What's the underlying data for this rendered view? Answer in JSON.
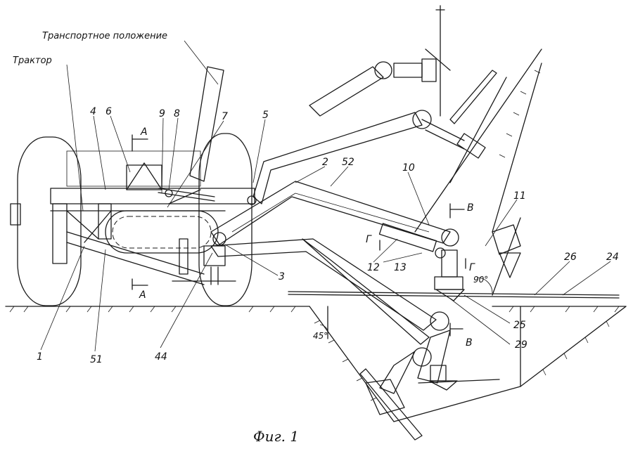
{
  "caption": "Фиг. 1",
  "labels": {
    "tractor": "Трактор",
    "transport_position": "Транспортное положение",
    "n1": "1",
    "n2": "2",
    "n3": "3",
    "n4": "4",
    "n5": "5",
    "n6": "6",
    "n7": "7",
    "n8": "8",
    "n9": "9",
    "n10": "10",
    "n11": "11",
    "n12": "12",
    "n13": "13",
    "n24": "24",
    "n25": "25",
    "n26": "26",
    "n29": "29",
    "n44": "44",
    "n51": "51",
    "n52": "52",
    "sec_A_top": "А",
    "sec_A_bottom": "А",
    "sec_V_top": "В",
    "sec_V_bottom": "В",
    "sec_G_left": "Г",
    "sec_G_right": "Г",
    "angle_45": "45°",
    "angle_90": "90°"
  }
}
